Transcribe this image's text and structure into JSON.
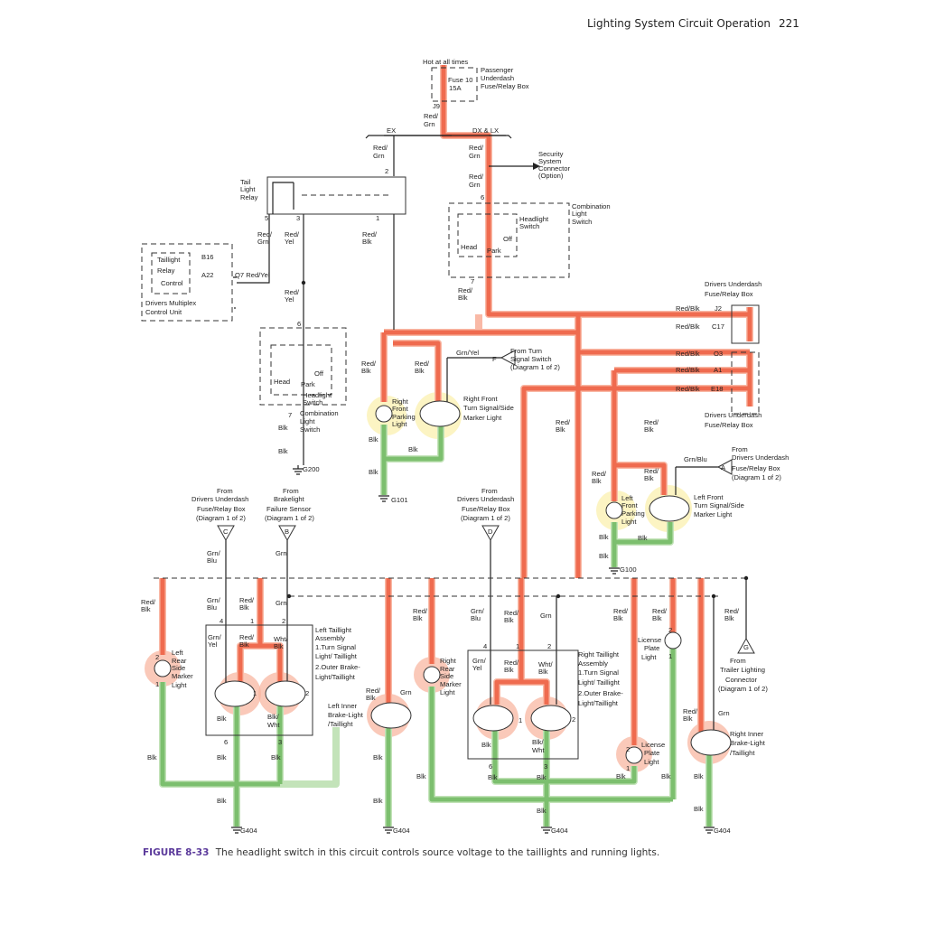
{
  "header": {
    "title": "Lighting System Circuit Operation",
    "page_number": "221"
  },
  "caption": {
    "figure_label": "FIGURE 8-33",
    "text": "The headlight switch in this circuit controls source voltage to the taillights and running lights."
  },
  "colors": {
    "hot_wire": "#ef6b4f",
    "ground_wire": "#7cbf6e",
    "front_lamp_glow": "#fbf2b8",
    "rear_lamp_glow": "#f8b7a2",
    "figure_label": "#5b3a9b"
  },
  "top": {
    "hot": "Hot at all times",
    "fuse": "Fuse 10",
    "amps": "15A",
    "pass_box": [
      "Passenger",
      "Underdash",
      "Fuse/Relay Box"
    ],
    "j9": "J9",
    "ex": "EX",
    "dxlx": "DX & LX",
    "security": [
      "Security",
      "System",
      "Connector",
      "(Option)"
    ]
  },
  "relay": {
    "name": [
      "Tail",
      "Light",
      "Relay"
    ],
    "pins": {
      "p1": "1",
      "p2": "2",
      "p3": "3",
      "p5": "5"
    }
  },
  "mpcu": {
    "control": [
      "Taillight",
      "Relay",
      "Control"
    ],
    "unit": [
      "Drivers Multiplex",
      "Control Unit"
    ],
    "b16": "B16",
    "a22": "A22",
    "q7": "Q7 Red/Yel"
  },
  "combo_switch": {
    "name": [
      "Combination",
      "Light",
      "Switch"
    ],
    "hl_switch": [
      "Headlight",
      "Switch"
    ],
    "head": "Head",
    "park": "Park",
    "off": "Off",
    "pin6": "6",
    "pin7": "7"
  },
  "ground_labels": {
    "g200": "G200",
    "g101": "G101",
    "g100": "G100",
    "g404": "G404"
  },
  "wire_colors": {
    "red_grn": [
      "Red/",
      "Grn"
    ],
    "red_yel": [
      "Red/",
      "Yel"
    ],
    "red_blk": [
      "Red/",
      "Blk"
    ],
    "red_blk_inline": "Red/Blk",
    "blk": "Blk",
    "grn": "Grn",
    "grn_yel": "Grn/Yel",
    "grn_blu": "Grn/Blu",
    "grn_blu_2": [
      "Grn/",
      "Blu"
    ],
    "grn_yel_2": [
      "Grn/",
      "Yel"
    ],
    "wht_blk": [
      "Wht/",
      "Blk"
    ],
    "blk_wht": [
      "Blk/",
      "Wht"
    ]
  },
  "drivers_box": {
    "name": [
      "Drivers Underdash",
      "Fuse/Relay Box"
    ],
    "pins": [
      "J2",
      "C17",
      "O3",
      "A1",
      "E18"
    ]
  },
  "front": {
    "rf_parking": [
      "Right",
      "Front",
      "Parking",
      "Light"
    ],
    "rf_turn": [
      "Right Front",
      "Turn Signal/Side",
      "Marker Light"
    ],
    "lf_parking": [
      "Left",
      "Front",
      "Parking",
      "Light"
    ],
    "lf_turn": [
      "Left Front",
      "Turn Signal/Side",
      "Marker Light"
    ],
    "from_turn": [
      "From Turn",
      "Signal Switch",
      "(Diagram 1 of 2)"
    ],
    "from_a": [
      "From",
      "Drivers Underdash",
      "Fuse/Relay Box",
      "(Diagram 1 of 2)"
    ],
    "conn_f": "F",
    "conn_a": "A"
  },
  "connectors": {
    "c": {
      "letter": "C",
      "text": [
        "From",
        "Drivers Underdash",
        "Fuse/Relay Box",
        "(Diagram 1 of 2)"
      ]
    },
    "b": {
      "letter": "B",
      "text": [
        "From",
        "Brakelight",
        "Failure Sensor",
        "(Diagram 1 of 2)"
      ]
    },
    "d": {
      "letter": "D",
      "text": [
        "From",
        "Drivers Underdash",
        "Fuse/Relay Box",
        "(Diagram 1 of 2)"
      ]
    },
    "g": {
      "letter": "G",
      "text": [
        "From",
        "Trailer Lighting",
        "Connector",
        "(Diagram 1 of 2)"
      ]
    }
  },
  "rear": {
    "l_side_marker": [
      "Left",
      "Rear",
      "Side",
      "Marker",
      "Light"
    ],
    "l_taillight": [
      "Left Taillight",
      "Assembly",
      "1.Turn Signal",
      "Light/ Taillight",
      "2.Outer Brake-",
      "Light/Taillight"
    ],
    "l_inner": [
      "Left Inner",
      "Brake-Light",
      "/Taillight"
    ],
    "r_side_marker": [
      "Right",
      "Rear",
      "Side",
      "Marker",
      "Light"
    ],
    "r_taillight": [
      "Right Taillight",
      "Assembly",
      "1.Turn Signal",
      "Light/ Taillight",
      "2.Outer Brake-",
      "Light/Taillight"
    ],
    "license1": [
      "License",
      "Plate",
      "Light"
    ],
    "license2": [
      "License",
      "Plate",
      "Light"
    ],
    "r_inner": [
      "Right Inner",
      "Brake-Light",
      "/Taillight"
    ],
    "pins": {
      "p1": "1",
      "p2": "2",
      "p3": "3",
      "p4": "4",
      "p6": "6"
    }
  }
}
